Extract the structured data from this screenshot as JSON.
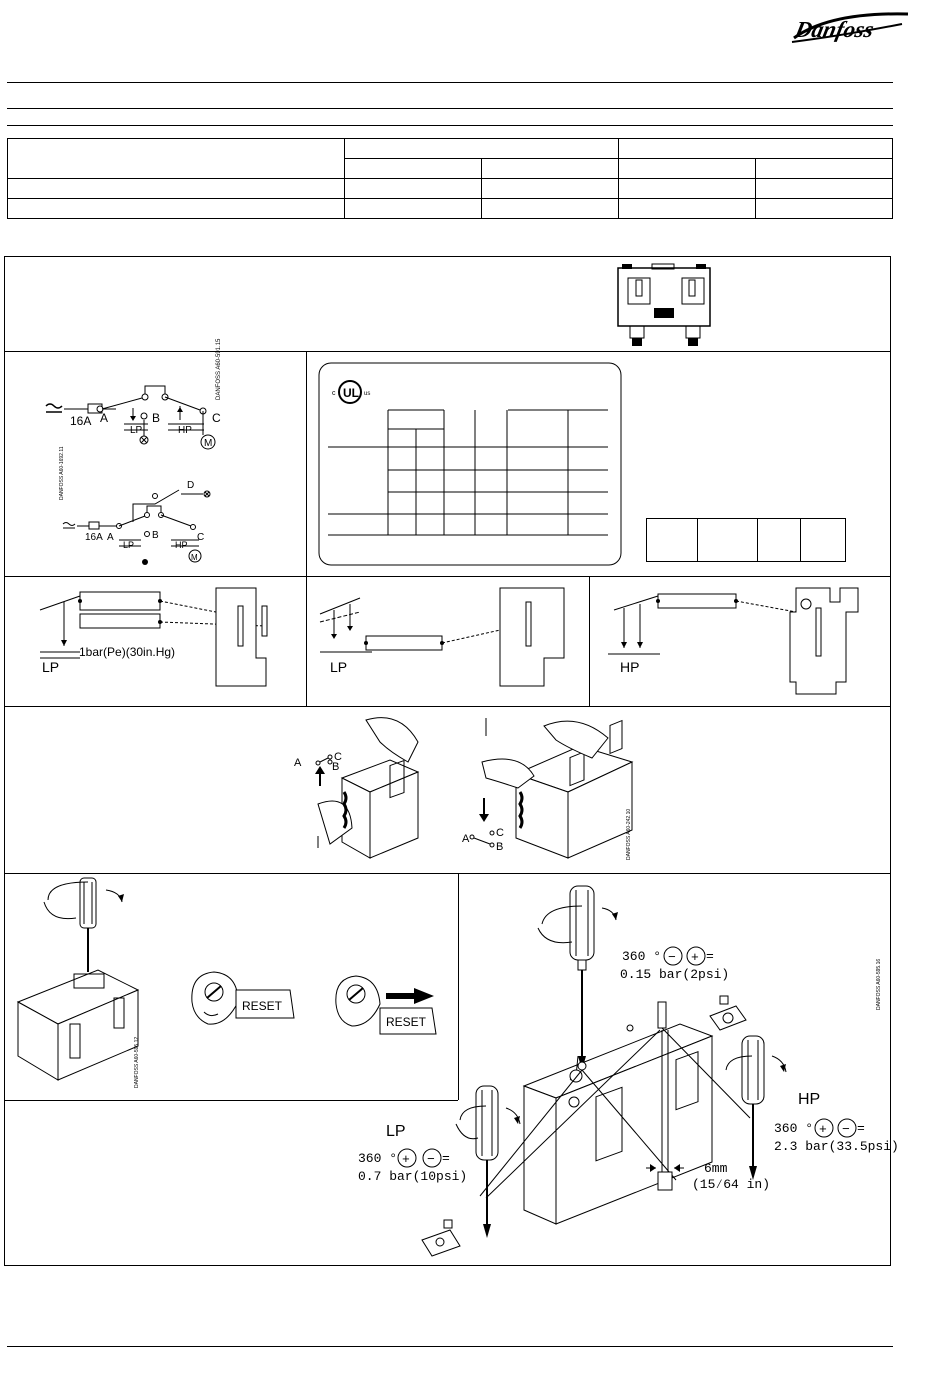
{
  "brand": {
    "logo_text": "Danfoss"
  },
  "wiring": {
    "fuse": "16A",
    "a": "A",
    "b": "B",
    "c": "C",
    "d": "D",
    "lp": "LP",
    "hp": "HP",
    "m": "M",
    "code1": "DANFOSS A60-591.15",
    "code2": "DANFOSS A60-1692.11"
  },
  "ul": {
    "c": "c",
    "ul": "UL",
    "us": "us"
  },
  "settings": {
    "lp1": "LP",
    "vacuum": "−1bar(Pe)(30in.Hg)",
    "lp2": "LP",
    "hp": "HP"
  },
  "test": {
    "a": "A",
    "b": "B",
    "c": "C",
    "code": "DANFOSS A60-242.10"
  },
  "reset": {
    "label1": "RESET",
    "label2": "RESET",
    "code": "DANFOSS A60-595.12"
  },
  "adjust": {
    "diff_deg": "360 °",
    "diff_plus": "+",
    "diff_minus": "−",
    "diff_eq": "=",
    "diff_val": "0.15  bar(2psi)",
    "hp_title": "HP",
    "hp_deg": "360 °",
    "hp_plus": "+",
    "hp_minus": "−",
    "hp_eq": "=",
    "hp_val": "2.3  bar(33.5psi)",
    "lp_title": "LP",
    "lp_deg": "360 °",
    "lp_plus": "+",
    "lp_minus": "−",
    "lp_eq": "=",
    "lp_val": "0.7  bar(10psi)",
    "hex": "6mm",
    "hex_in": "(15⁄64 in)",
    "code": "DANFOSS A60-595.16"
  }
}
